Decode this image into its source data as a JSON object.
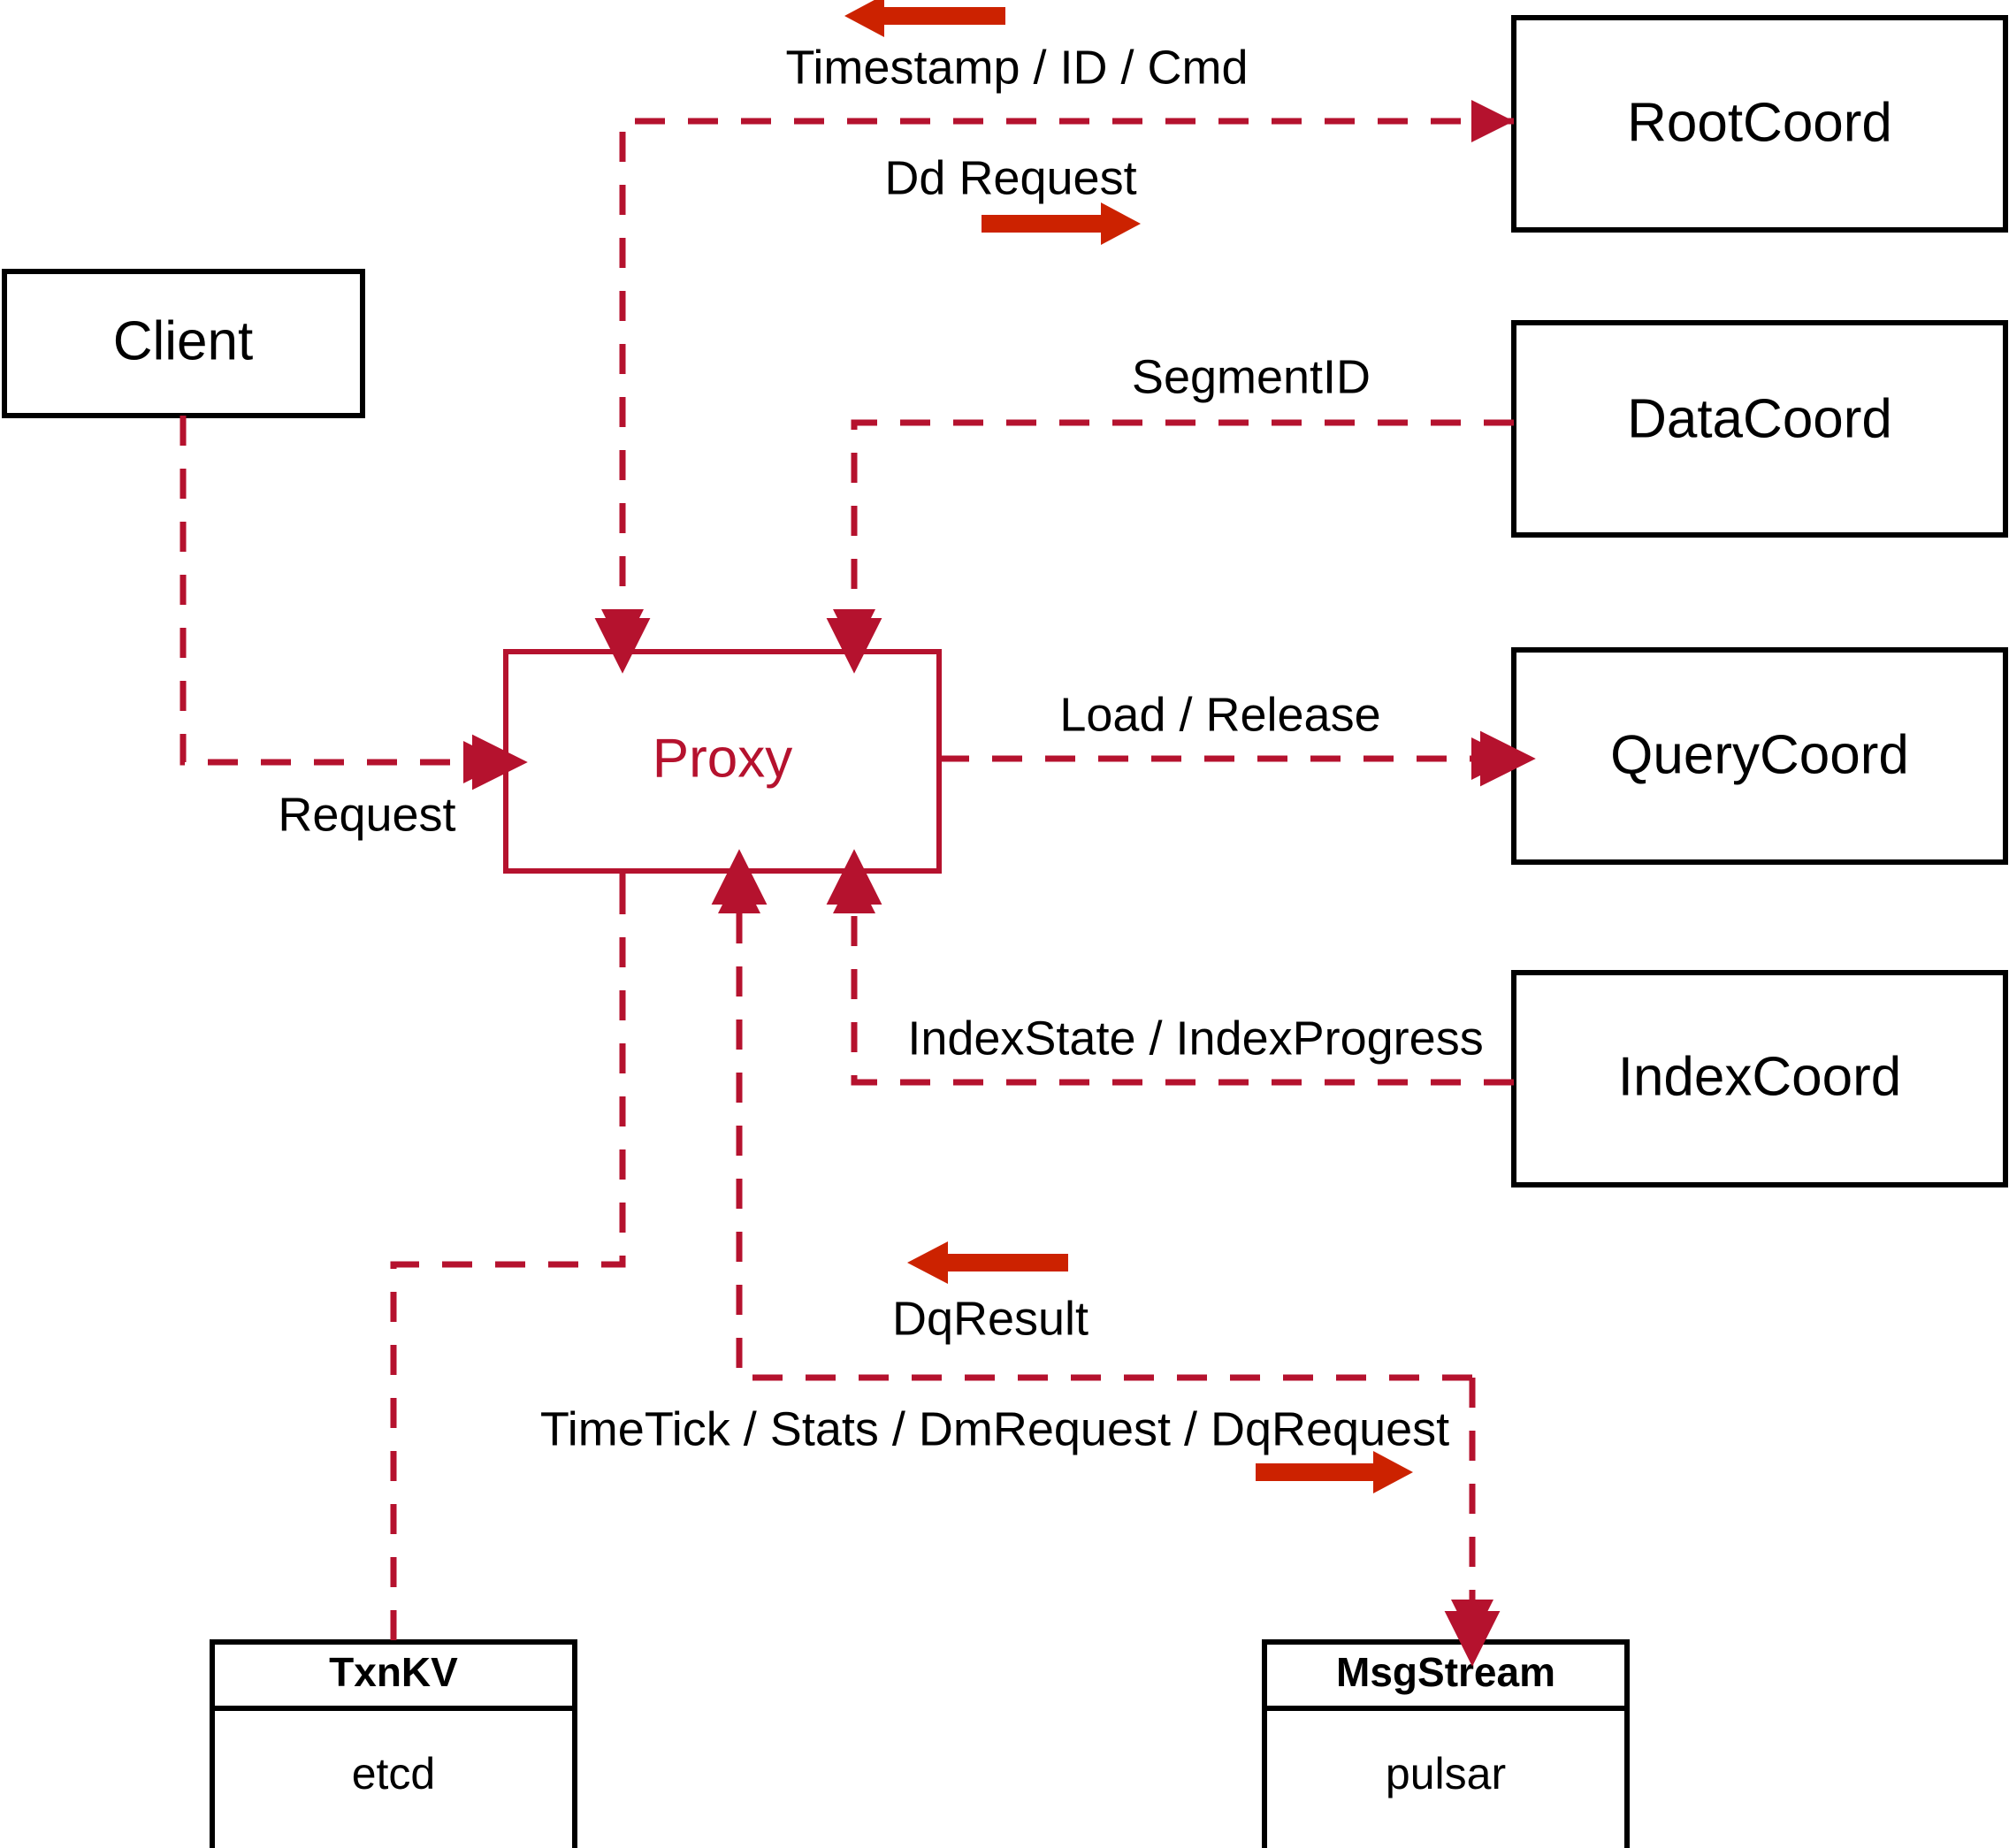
{
  "diagram": {
    "title": "Milvus Proxy architecture data flow",
    "colors": {
      "node_stroke": "#000000",
      "proxy_stroke": "#b5122e",
      "flow_line": "#b5122e",
      "direction_arrow": "#cc2200",
      "background": "#ffffff",
      "text": "#000000"
    }
  },
  "nodes": {
    "client": {
      "label": "Client"
    },
    "proxy": {
      "label": "Proxy"
    },
    "root_coord": {
      "label": "RootCoord"
    },
    "data_coord": {
      "label": "DataCoord"
    },
    "query_coord": {
      "label": "QueryCoord"
    },
    "index_coord": {
      "label": "IndexCoord"
    },
    "txnkv": {
      "title": "TxnKV",
      "impl": "etcd"
    },
    "msgstream": {
      "title": "MsgStream",
      "impl": "pulsar"
    }
  },
  "edges": [
    {
      "id": "client-to-proxy",
      "label": "Request",
      "from": "client",
      "to": "proxy",
      "direction": "right"
    },
    {
      "id": "rootcoord-response",
      "label": "Timestamp / ID / Cmd",
      "from": "root_coord",
      "to": "proxy",
      "direction": "left"
    },
    {
      "id": "proxy-to-rootcoord",
      "label": "Dd Request",
      "from": "proxy",
      "to": "root_coord",
      "direction": "right"
    },
    {
      "id": "datacoord-to-proxy",
      "label": "SegmentID",
      "from": "data_coord",
      "to": "proxy",
      "direction": "left"
    },
    {
      "id": "proxy-to-querycoord",
      "label": "Load / Release",
      "from": "proxy",
      "to": "query_coord",
      "direction": "right"
    },
    {
      "id": "indexcoord-to-proxy",
      "label": "IndexState / IndexProgress",
      "from": "index_coord",
      "to": "proxy",
      "direction": "left"
    },
    {
      "id": "msgstream-to-proxy",
      "label": "DqResult",
      "from": "msgstream",
      "to": "proxy",
      "direction": "left"
    },
    {
      "id": "proxy-to-msgstream",
      "label": "TimeTick / Stats / DmRequest / DqRequest",
      "from": "proxy",
      "to": "msgstream",
      "direction": "right"
    },
    {
      "id": "proxy-to-txnkv",
      "label": "",
      "from": "proxy",
      "to": "txnkv",
      "direction": "down"
    }
  ]
}
